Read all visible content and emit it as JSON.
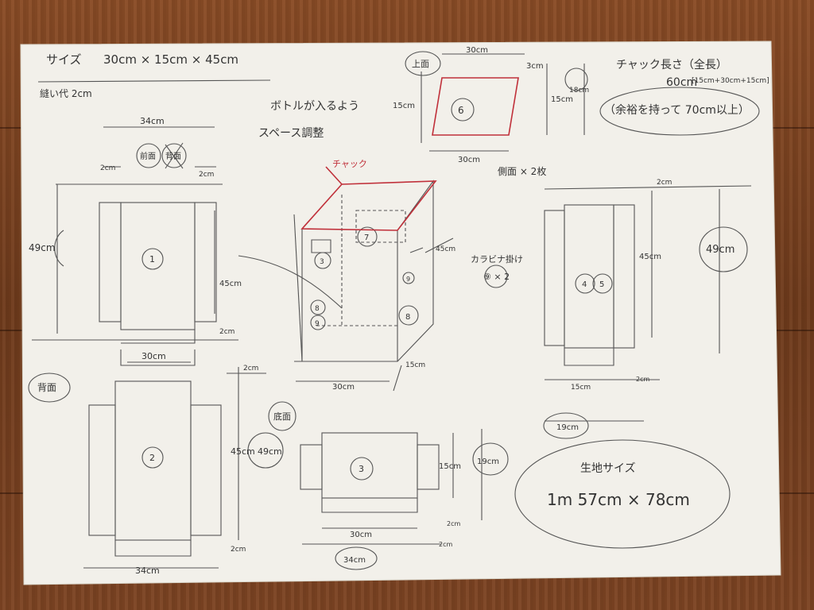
{
  "header": {
    "size_label": "サイズ",
    "size_value": "30cm × 15cm × 45cm",
    "seam_allowance": "縫い代 2cm"
  },
  "zipper": {
    "title": "チャック長さ（全長）",
    "length": "60cm",
    "calc": "[15cm+30cm+15cm]",
    "note": "（余裕を持って 70cm以上）",
    "label": "チャック"
  },
  "top_panel": {
    "label": "上面",
    "number": "6",
    "width_top": "30cm",
    "width_bottom": "30cm",
    "height": "15cm",
    "height_inner": "15cm",
    "extra_1": "3cm",
    "extra_2": "18cm"
  },
  "panel_1": {
    "number": "1",
    "width_total": "34cm",
    "margin_left": "2cm",
    "margin_right": "2cm",
    "height_total": "49cm",
    "height_inner": "45cm",
    "bottom_margin": "2cm",
    "width_bottom": "30cm",
    "circle_front": "前面",
    "circle_crossed": "背面"
  },
  "panel_2": {
    "circle_label": "背面",
    "number": "2",
    "width_total": "34cm",
    "height_inner": "45cm",
    "height_total": "49cm",
    "top_margin": "2cm",
    "bottom_margin": "2cm"
  },
  "panel_3": {
    "circle_label": "底面",
    "number": "3",
    "width_inner": "30cm",
    "width_total": "34cm",
    "height_inner": "15cm",
    "height_total": "19cm",
    "margin": "2cm",
    "margin_2": "2cm"
  },
  "side_panels": {
    "label": "側面 × 2枚",
    "number_a": "4",
    "number_b": "5",
    "height_total": "49cm",
    "height_inner": "45cm",
    "top_margin": "2cm",
    "width_inner": "15cm",
    "margin": "2cm",
    "width_total": "19cm"
  },
  "box_3d": {
    "note_line1": "ボトルが入るよう",
    "note_line2": "スペース調整",
    "depth": "15cm",
    "width": "30cm",
    "height": "45cm",
    "handle_label": "カラビナ掛け",
    "handle_count": "⑨ × 2",
    "n7": "7",
    "n3": "3",
    "n8a": "8",
    "n8b": "8",
    "n9a": "9",
    "n9b": "9"
  },
  "fabric_size": {
    "label": "生地サイズ",
    "value": "1m 57cm × 78cm"
  }
}
